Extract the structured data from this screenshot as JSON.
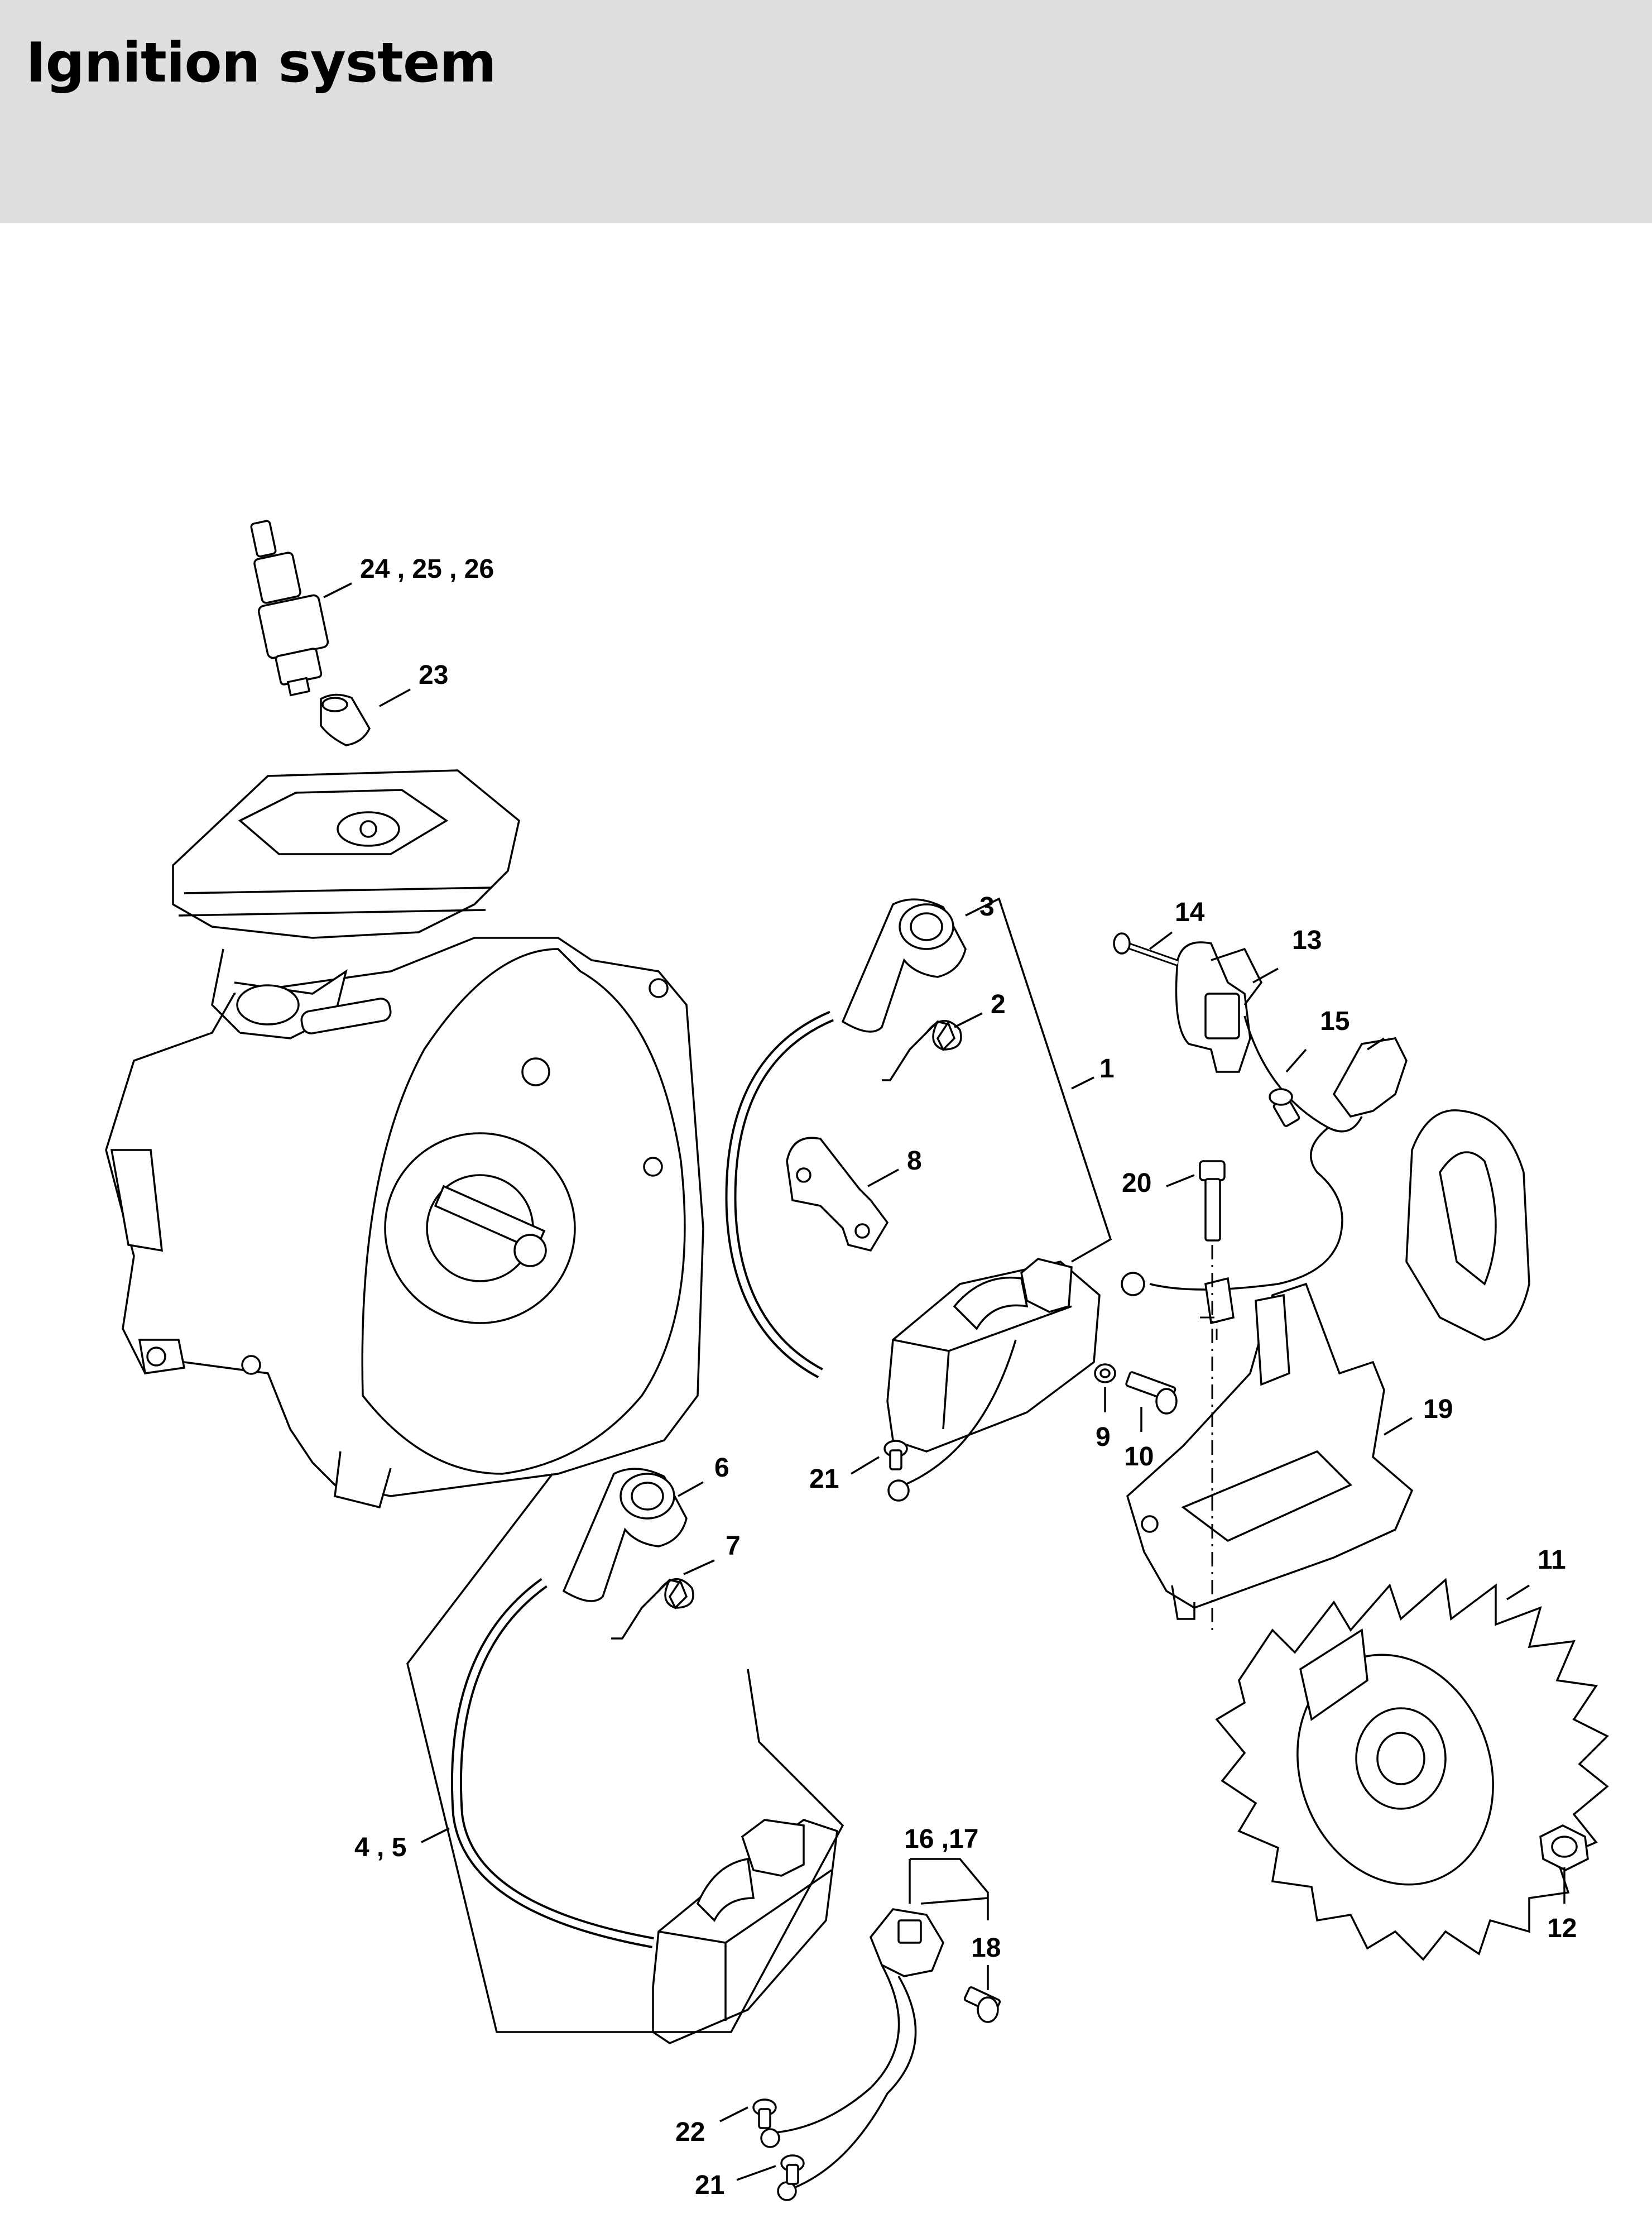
{
  "header": {
    "title": "Ignition system"
  },
  "diagram": {
    "callouts": {
      "c1": "1",
      "c2": "2",
      "c3": "3",
      "c45": "4 , 5",
      "c6": "6",
      "c7": "7",
      "c8": "8",
      "c9": "9",
      "c10": "10",
      "c11": "11",
      "c12": "12",
      "c13": "13",
      "c14": "14",
      "c15": "15",
      "c1617": "16 ,17",
      "c18": "18",
      "c19": "19",
      "c20": "20",
      "c21a": "21",
      "c21b": "21",
      "c22": "22",
      "c23": "23",
      "c242526": "24 , 25 , 26"
    }
  }
}
